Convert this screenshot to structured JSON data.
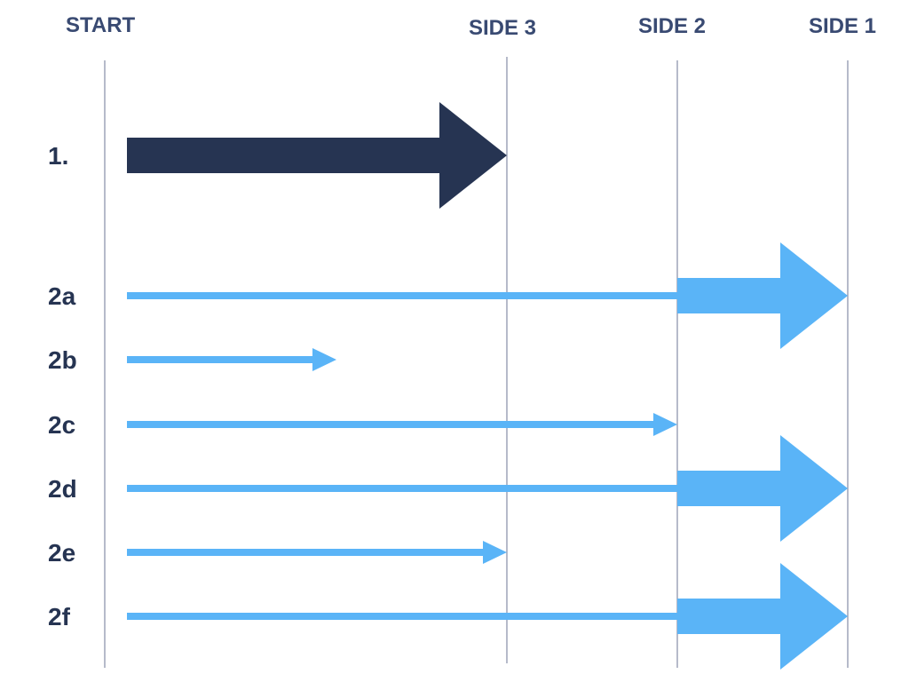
{
  "colors": {
    "text": "#394a72",
    "guide_line": "#8e96ad",
    "dark_arrow": "#263452",
    "light_arrow": "#5ab4f7",
    "row_label": "#263452"
  },
  "columns": [
    {
      "id": "start",
      "label": "START"
    },
    {
      "id": "side3",
      "label": "SIDE 3"
    },
    {
      "id": "side2",
      "label": "SIDE 2"
    },
    {
      "id": "side1",
      "label": "SIDE 1"
    }
  ],
  "rows": [
    {
      "label": "1.",
      "style": "dark",
      "reaches": "side3"
    },
    {
      "label": "2a",
      "style": "light-thick",
      "reaches": "side1"
    },
    {
      "label": "2b",
      "style": "light-thin",
      "reaches": "short"
    },
    {
      "label": "2c",
      "style": "light-thin",
      "reaches": "side2"
    },
    {
      "label": "2d",
      "style": "light-thick",
      "reaches": "side1"
    },
    {
      "label": "2e",
      "style": "light-thin",
      "reaches": "side3"
    },
    {
      "label": "2f",
      "style": "light-thick",
      "reaches": "side1"
    }
  ]
}
